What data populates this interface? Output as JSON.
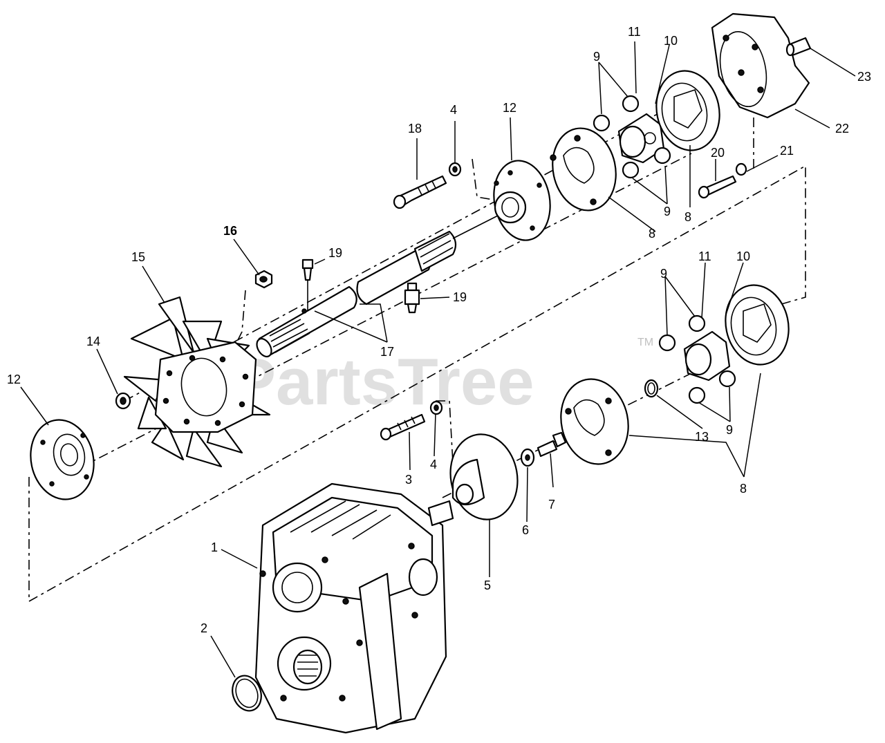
{
  "watermark": {
    "text": "PartsTree",
    "trademark": "TM"
  },
  "callouts": {
    "c1": "1",
    "c2": "2",
    "c3": "3",
    "c4a": "4",
    "c4b": "4",
    "c5": "5",
    "c6": "6",
    "c7": "7",
    "c8a": "8",
    "c8b": "8",
    "c8c": "8",
    "c9a": "9",
    "c9b": "9",
    "c9c": "9",
    "c9d": "9",
    "c10a": "10",
    "c10b": "10",
    "c11a": "11",
    "c11b": "11",
    "c12a": "12",
    "c12b": "12",
    "c13": "13",
    "c14": "14",
    "c15": "15",
    "c16": "16",
    "c17": "17",
    "c18": "18",
    "c19a": "19",
    "c19b": "19",
    "c20": "20",
    "c21": "21",
    "c22": "22",
    "c23": "23"
  }
}
